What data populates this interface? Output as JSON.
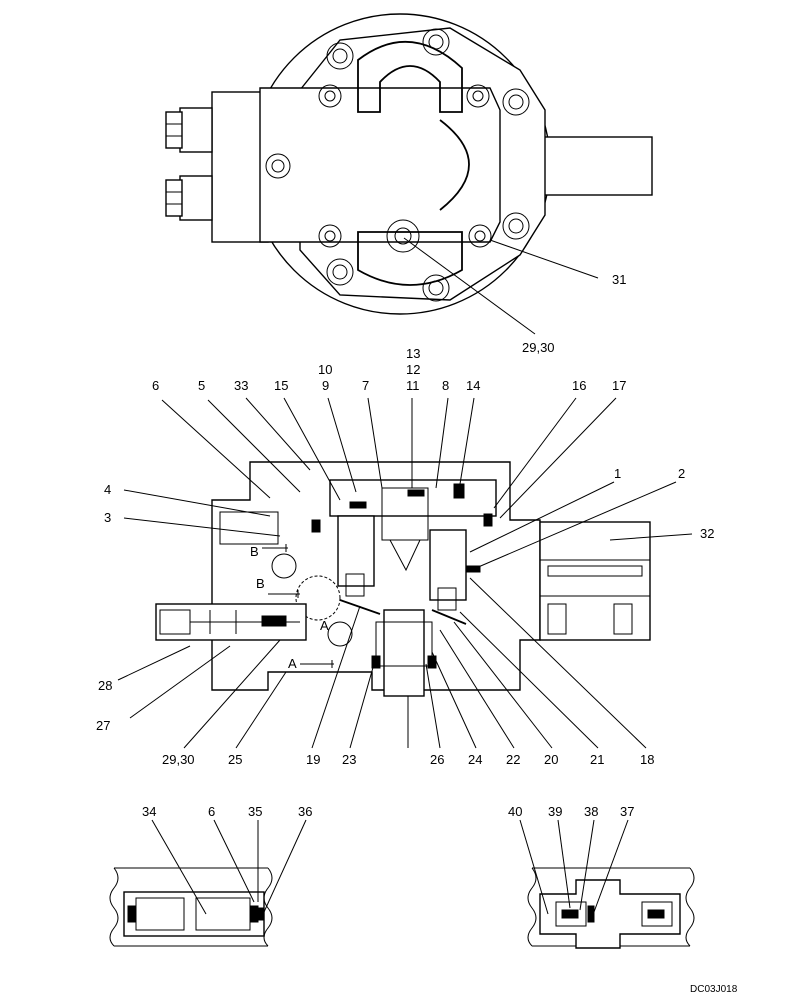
{
  "callouts": [
    "31",
    "29,30",
    "13",
    "12",
    "10",
    "11",
    "9",
    "7",
    "8",
    "14",
    "6",
    "5",
    "33",
    "15",
    "16",
    "17",
    "1",
    "2",
    "4",
    "3",
    "32",
    "28",
    "27",
    "29,30",
    "25",
    "19",
    "23",
    "26",
    "24",
    "22",
    "20",
    "21",
    "18",
    "34",
    "6",
    "35",
    "36",
    "40",
    "39",
    "38",
    "37"
  ],
  "section_marks": [
    "B",
    "B",
    "A",
    "A"
  ],
  "drawing_ref": "DC03J018"
}
